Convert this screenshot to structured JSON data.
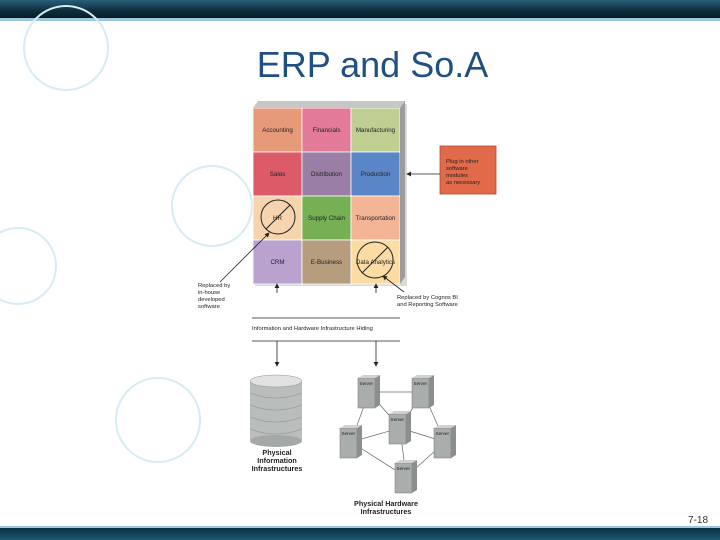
{
  "slide": {
    "title": "ERP and So.A",
    "number": "7-18"
  },
  "modules": [
    [
      "Accounting",
      "Financials",
      "Manufacturing"
    ],
    [
      "Sales",
      "Distribution",
      "Production"
    ],
    [
      "HR",
      "Supply Chain",
      "Transportation"
    ],
    [
      "CRM",
      "E-Business",
      "Data Analytics"
    ]
  ],
  "colors": {
    "grid": [
      [
        "#e79a7a",
        "#e27a98",
        "#bfcf91"
      ],
      [
        "#dd5a68",
        "#9a7ea6",
        "#5a86c8"
      ],
      [
        "#f6d4ae",
        "#77b054",
        "#f4b597"
      ],
      [
        "#b9a3ce",
        "#b69d7d",
        "#fcdca2"
      ]
    ],
    "plugin_box": "#e06a4a",
    "title": "#1f4f83",
    "bar": "#0c2d3d"
  },
  "annotations": {
    "plug_in": [
      "Plug in other",
      "software",
      "modules",
      "as necessary"
    ],
    "replaced_inhouse": [
      "Replaced by",
      "in-house",
      "developed",
      "software"
    ],
    "replaced_cognos": [
      "Replaced by Cognos BI",
      "and Reporting Software"
    ],
    "hiding_bar": "Information and Hardware Infrastructure Hiding"
  },
  "infrastructure": {
    "info_label": [
      "Physical",
      "Information",
      "Infrastructures"
    ],
    "hardware_label": [
      "Physical Hardware",
      "Infrastructures"
    ],
    "server_label": "Server"
  }
}
